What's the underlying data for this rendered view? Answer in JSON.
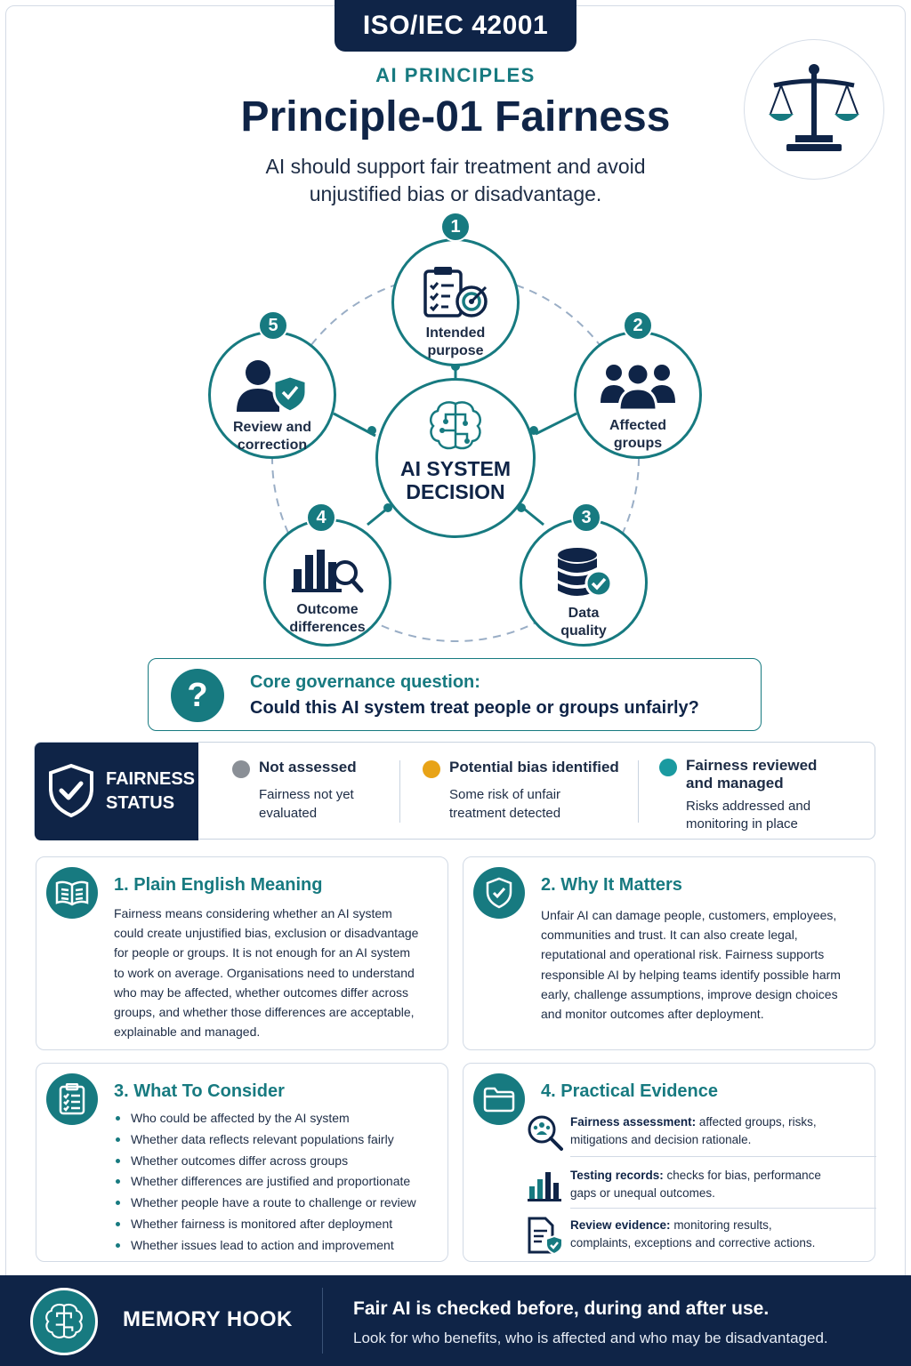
{
  "header": {
    "badge": "ISO/IEC 42001",
    "kicker": "AI PRINCIPLES",
    "title": "Principle-01 Fairness",
    "subtitle": "AI should support fair treatment and avoid unjustified bias or disadvantage."
  },
  "diagram": {
    "center": "AI SYSTEM DECISION",
    "nodes": [
      {
        "num": "1",
        "label": "Intended purpose",
        "icon": "clipboard-target-icon"
      },
      {
        "num": "2",
        "label": "Affected groups",
        "icon": "people-group-icon"
      },
      {
        "num": "3",
        "label": "Data quality",
        "icon": "database-check-icon"
      },
      {
        "num": "4",
        "label": "Outcome differences",
        "icon": "bar-chart-search-icon"
      },
      {
        "num": "5",
        "label": "Review and correction",
        "icon": "person-shield-icon"
      }
    ]
  },
  "question": {
    "title": "Core governance question:",
    "text": "Could this AI system treat people or groups unfairly?"
  },
  "status": {
    "title_line1": "FAIRNESS",
    "title_line2": "STATUS",
    "items": [
      {
        "label": "Not assessed",
        "desc_line1": "Fairness not yet",
        "desc_line2": "evaluated",
        "color": "#8a8f96"
      },
      {
        "label": "Potential bias identified",
        "desc_line1": "Some risk of unfair",
        "desc_line2": "treatment detected",
        "color": "#e8a317"
      },
      {
        "label_line1": "Fairness reviewed",
        "label_line2": "and managed",
        "desc_line1": "Risks addressed and",
        "desc_line2": "monitoring in place",
        "color": "#1a9aa0"
      }
    ]
  },
  "cards": {
    "meaning": {
      "title": "1. Plain English Meaning",
      "lines": [
        "Fairness means considering whether an AI system",
        "could create unjustified bias, exclusion or disadvantage",
        "for people or groups. It is not enough for an AI system",
        "to work on average. Organisations need to understand",
        "who may be affected, whether outcomes differ across",
        "groups, and whether those differences are acceptable,",
        "explainable and managed."
      ]
    },
    "why": {
      "title": "2. Why It Matters",
      "lines": [
        "Unfair AI can damage people, customers, employees,",
        "communities and trust. It can also create legal,",
        "reputational and operational risk. Fairness supports",
        "responsible AI by helping teams identify possible harm",
        "early, challenge assumptions, improve design choices",
        "and monitor outcomes after deployment."
      ]
    },
    "consider": {
      "title": "3. What To Consider",
      "bullets": [
        "Who could be affected by the AI system",
        "Whether data reflects relevant populations fairly",
        "Whether outcomes differ across groups",
        "Whether differences are justified and proportionate",
        "Whether people have a route to challenge or review",
        "Whether fairness is monitored after deployment",
        "Whether issues lead to action and improvement"
      ]
    },
    "evidence": {
      "title": "4. Practical Evidence",
      "items": [
        {
          "bold": "Fairness assessment:",
          "line1": " affected groups, risks,",
          "line2": "mitigations and decision rationale."
        },
        {
          "bold": "Testing records:",
          "line1": " checks for bias, performance",
          "line2": "gaps or unequal outcomes."
        },
        {
          "bold": "Review evidence:",
          "line1": " monitoring results,",
          "line2": "complaints, exceptions and corrective actions."
        }
      ]
    }
  },
  "hook": {
    "label": "MEMORY HOOK",
    "main": "Fair AI is checked before, during and after use.",
    "sub": "Look for who benefits, who is affected and who may be disadvantaged."
  },
  "colors": {
    "navy": "#0f2447",
    "teal": "#177a80"
  }
}
